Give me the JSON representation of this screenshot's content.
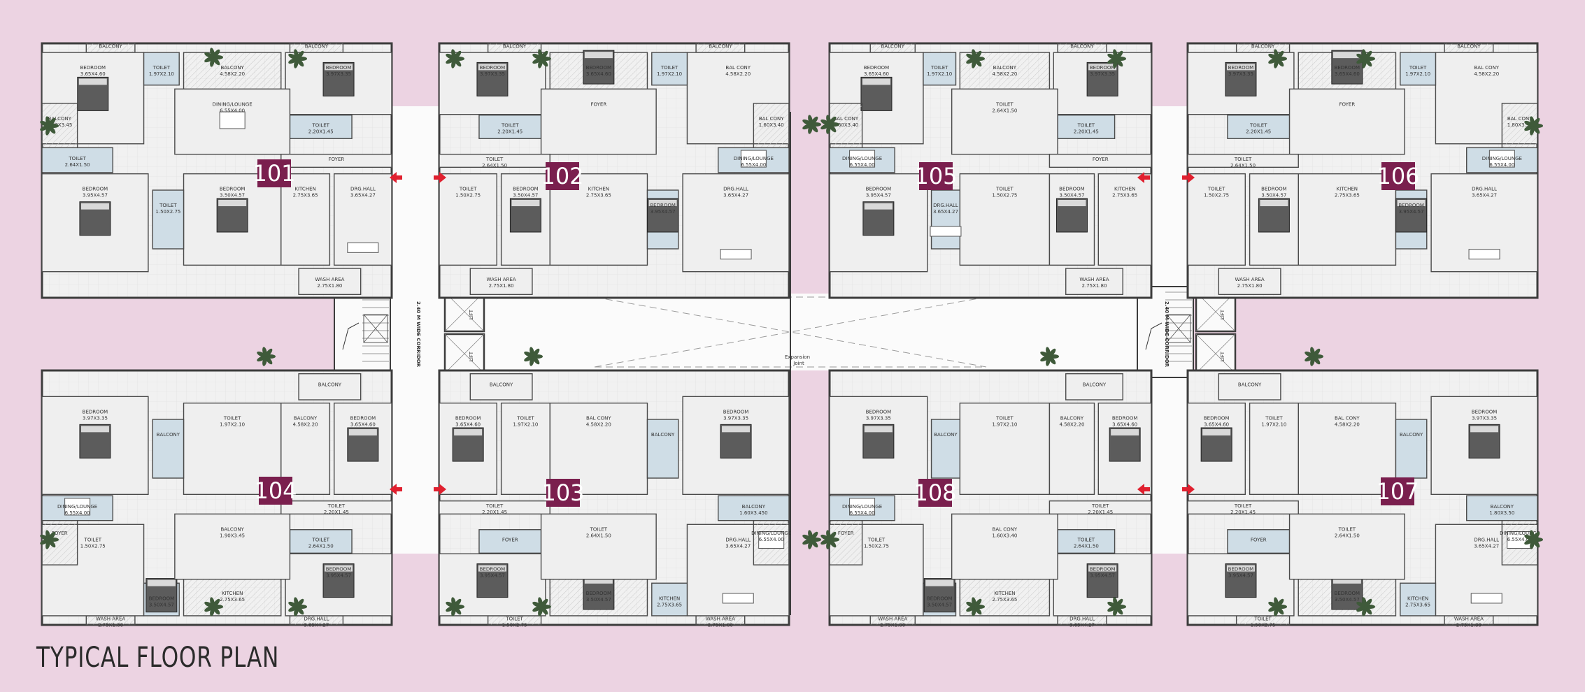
{
  "title": "TYPICAL FLOOR PLAN",
  "corridor_label": "2.40 M WIDE CORRIDOR",
  "expansion_joint": [
    "Expansion",
    "Joint"
  ],
  "lift_label": "LIFT",
  "colors": {
    "background": "#ecd3e2",
    "unit_badge": "#7a1f4e",
    "entry_arrow": "#e0202f",
    "wall": "#3c3c3c",
    "floor": "#e9e9e9",
    "toilet": "#cfdde6"
  },
  "units": [
    {
      "id": "101",
      "rooms": [
        {
          "name": "BALCONY"
        },
        {
          "name": "BEDROOM",
          "size": "3.65X4.60"
        },
        {
          "name": "TOILET",
          "size": "1.97X2.10"
        },
        {
          "name": "BALCONY",
          "size": "4.58X2.20"
        },
        {
          "name": "BALCONY"
        },
        {
          "name": "BEDROOM",
          "size": "3.97X3.35"
        },
        {
          "name": "TOILET",
          "size": "2.20X1.45"
        },
        {
          "name": "BALCONY",
          "size": "1.90X3.45"
        },
        {
          "name": "DINING/LOUNGE",
          "size": "6.55X4.00"
        },
        {
          "name": "TOILET",
          "size": "2.64X1.50"
        },
        {
          "name": "FOYER"
        },
        {
          "name": "BEDROOM",
          "size": "3.95X4.57"
        },
        {
          "name": "BEDROOM",
          "size": "3.50X4.57"
        },
        {
          "name": "KITCHEN",
          "size": "2.75X3.65"
        },
        {
          "name": "DRG.HALL",
          "size": "3.65X4.27"
        },
        {
          "name": "TOILET",
          "size": "1.50X2.75"
        },
        {
          "name": "WASH AREA",
          "size": "2.75X1.80"
        }
      ]
    },
    {
      "id": "102",
      "rooms": [
        {
          "name": "BALCONY"
        },
        {
          "name": "BAL CONY",
          "size": "4.58X2.20"
        },
        {
          "name": "TOILET",
          "size": "1.97X2.10"
        },
        {
          "name": "BEDROOM",
          "size": "3.65X4.60"
        },
        {
          "name": "BALCONY"
        },
        {
          "name": "BEDROOM",
          "size": "3.97X3.35"
        },
        {
          "name": "TOILET",
          "size": "2.20X1.45"
        },
        {
          "name": "BAL CONY",
          "size": "1.60X3.40"
        },
        {
          "name": "FOYER"
        },
        {
          "name": "DINING/LOUNGE",
          "size": "6.55X4.00"
        },
        {
          "name": "TOILET",
          "size": "2.64X1.50"
        },
        {
          "name": "DRG.HALL",
          "size": "3.65X4.27"
        },
        {
          "name": "KITCHEN",
          "size": "2.75X3.65"
        },
        {
          "name": "BEDROOM",
          "size": "3.50X4.57"
        },
        {
          "name": "TOILET",
          "size": "1.50X2.75"
        },
        {
          "name": "BEDROOM",
          "size": "3.95X4.57"
        },
        {
          "name": "WASH AREA",
          "size": "2.75X1.80"
        }
      ]
    },
    {
      "id": "105",
      "rooms": [
        {
          "name": "BALCONY"
        },
        {
          "name": "BEDROOM",
          "size": "3.65X4.60"
        },
        {
          "name": "TOILET",
          "size": "1.97X2.10"
        },
        {
          "name": "BALCONY",
          "size": "4.58X2.20"
        },
        {
          "name": "BALCONY"
        },
        {
          "name": "BEDROOM",
          "size": "3.97X3.35"
        },
        {
          "name": "TOILET",
          "size": "2.20X1.45"
        },
        {
          "name": "BAL CONY",
          "size": "1.60X3.40"
        },
        {
          "name": "TOILET",
          "size": "2.64X1.50"
        },
        {
          "name": "DINING/LOUNGE",
          "size": "6.55X4.00"
        },
        {
          "name": "FOYER"
        },
        {
          "name": "BEDROOM",
          "size": "3.95X4.57"
        },
        {
          "name": "TOILET",
          "size": "1.50X2.75"
        },
        {
          "name": "BEDROOM",
          "size": "3.50X4.57"
        },
        {
          "name": "KITCHEN",
          "size": "2.75X3.65"
        },
        {
          "name": "DRG.HALL",
          "size": "3.65X4.27"
        },
        {
          "name": "WASH AREA",
          "size": "2.75X1.80"
        }
      ]
    },
    {
      "id": "106",
      "rooms": [
        {
          "name": "BALCONY"
        },
        {
          "name": "BAL CONY",
          "size": "4.58X2.20"
        },
        {
          "name": "TOILET",
          "size": "1.97X2.10"
        },
        {
          "name": "BEDROOM",
          "size": "3.65X4.60"
        },
        {
          "name": "BALCONY"
        },
        {
          "name": "BEDROOM",
          "size": "3.97X3.35"
        },
        {
          "name": "TOILET",
          "size": "2.20X1.45"
        },
        {
          "name": "BAL CONY",
          "size": "1.80X3.50"
        },
        {
          "name": "FOYER"
        },
        {
          "name": "DINING/LOUNGE",
          "size": "6.55X4.00"
        },
        {
          "name": "TOILET",
          "size": "2.64X1.50"
        },
        {
          "name": "DRG.HALL",
          "size": "3.65X4.27"
        },
        {
          "name": "KITCHEN",
          "size": "2.75X3.65"
        },
        {
          "name": "BEDROOM",
          "size": "3.50X4.57"
        },
        {
          "name": "TOILET",
          "size": "1.50X2.75"
        },
        {
          "name": "BEDROOM",
          "size": "3.95X4.57"
        },
        {
          "name": "WASH AREA",
          "size": "2.75X1.80"
        }
      ]
    },
    {
      "id": "104",
      "rooms": [
        {
          "name": "WASH AREA",
          "size": "2.75X1.80"
        },
        {
          "name": "TOILET",
          "size": "1.50X2.75"
        },
        {
          "name": "BEDROOM",
          "size": "3.50X4.57"
        },
        {
          "name": "KITCHEN",
          "size": "2.75X3.65"
        },
        {
          "name": "DRG.HALL",
          "size": "3.65X4.27"
        },
        {
          "name": "BEDROOM",
          "size": "3.95X4.57"
        },
        {
          "name": "TOILET",
          "size": "2.64X1.50"
        },
        {
          "name": "FOYER"
        },
        {
          "name": "BALCONY",
          "size": "1.90X3.45"
        },
        {
          "name": "DINING/LOUNGE",
          "size": "6.55X4.00"
        },
        {
          "name": "TOILET",
          "size": "2.20X1.45"
        },
        {
          "name": "BEDROOM",
          "size": "3.97X3.35"
        },
        {
          "name": "TOILET",
          "size": "1.97X2.10"
        },
        {
          "name": "BALCONY",
          "size": "4.58X2.20"
        },
        {
          "name": "BEDROOM",
          "size": "3.65X4.60"
        },
        {
          "name": "BALCONY"
        },
        {
          "name": "BALCONY"
        }
      ]
    },
    {
      "id": "103",
      "rooms": [
        {
          "name": "WASH AREA",
          "size": "2.75X1.80"
        },
        {
          "name": "DRG.HALL",
          "size": "3.65X4.27"
        },
        {
          "name": "KITCHEN",
          "size": "2.75X3.65"
        },
        {
          "name": "BEDROOM",
          "size": "3.50X4.57"
        },
        {
          "name": "TOILET",
          "size": "1.50X2.75"
        },
        {
          "name": "BEDROOM",
          "size": "3.95X4.57"
        },
        {
          "name": "FOYER"
        },
        {
          "name": "DINING/LOUNGE",
          "size": "6.55X4.00"
        },
        {
          "name": "TOILET",
          "size": "2.64X1.50"
        },
        {
          "name": "BALCONY",
          "size": "1.60X3.450"
        },
        {
          "name": "TOILET",
          "size": "2.20X1.45"
        },
        {
          "name": "BEDROOM",
          "size": "3.97X3.35"
        },
        {
          "name": "BAL CONY",
          "size": "4.58X2.20"
        },
        {
          "name": "TOILET",
          "size": "1.97X2.10"
        },
        {
          "name": "BEDROOM",
          "size": "3.65X4.60"
        },
        {
          "name": "BALCONY"
        },
        {
          "name": "BALCONY"
        }
      ]
    },
    {
      "id": "108",
      "rooms": [
        {
          "name": "WASH AREA",
          "size": "2.75X1.80"
        },
        {
          "name": "TOILET",
          "size": "1.50X2.75"
        },
        {
          "name": "BEDROOM",
          "size": "3.50X4.57"
        },
        {
          "name": "KITCHEN",
          "size": "2.75X3.65"
        },
        {
          "name": "DRG.HALL",
          "size": "3.65X4.27"
        },
        {
          "name": "BEDROOM",
          "size": "3.95X4.57"
        },
        {
          "name": "TOILET",
          "size": "2.64X1.50"
        },
        {
          "name": "FOYER"
        },
        {
          "name": "BAL CONY",
          "size": "1.60X3.40"
        },
        {
          "name": "DINING/LOUNGE",
          "size": "6.55X4.00"
        },
        {
          "name": "TOILET",
          "size": "2.20X1.45"
        },
        {
          "name": "BEDROOM",
          "size": "3.97X3.35"
        },
        {
          "name": "TOILET",
          "size": "1.97X2.10"
        },
        {
          "name": "BALCONY",
          "size": "4.58X2.20"
        },
        {
          "name": "BEDROOM",
          "size": "3.65X4.60"
        },
        {
          "name": "BALCONY"
        },
        {
          "name": "BALCONY"
        }
      ]
    },
    {
      "id": "107",
      "rooms": [
        {
          "name": "WASH AREA",
          "size": "2.75X1.80"
        },
        {
          "name": "DRG.HALL",
          "size": "3.65X4.27"
        },
        {
          "name": "KITCHEN",
          "size": "2.75X3.65"
        },
        {
          "name": "BEDROOM",
          "size": "3.50X4.57"
        },
        {
          "name": "TOILET",
          "size": "1.50X2.75"
        },
        {
          "name": "BEDROOM",
          "size": "3.95X4.57"
        },
        {
          "name": "FOYER"
        },
        {
          "name": "DINING/LOUNGE",
          "size": "6.55X4.00"
        },
        {
          "name": "TOILET",
          "size": "2.64X1.50"
        },
        {
          "name": "BALCONY",
          "size": "1.80X3.50"
        },
        {
          "name": "TOILET",
          "size": "2.20X1.45"
        },
        {
          "name": "BEDROOM",
          "size": "3.97X3.35"
        },
        {
          "name": "BAL CONY",
          "size": "4.58X2.20"
        },
        {
          "name": "TOILET",
          "size": "1.97X2.10"
        },
        {
          "name": "BEDROOM",
          "size": "3.65X4.60"
        },
        {
          "name": "BALCONY"
        },
        {
          "name": "BALCONY"
        }
      ]
    }
  ]
}
